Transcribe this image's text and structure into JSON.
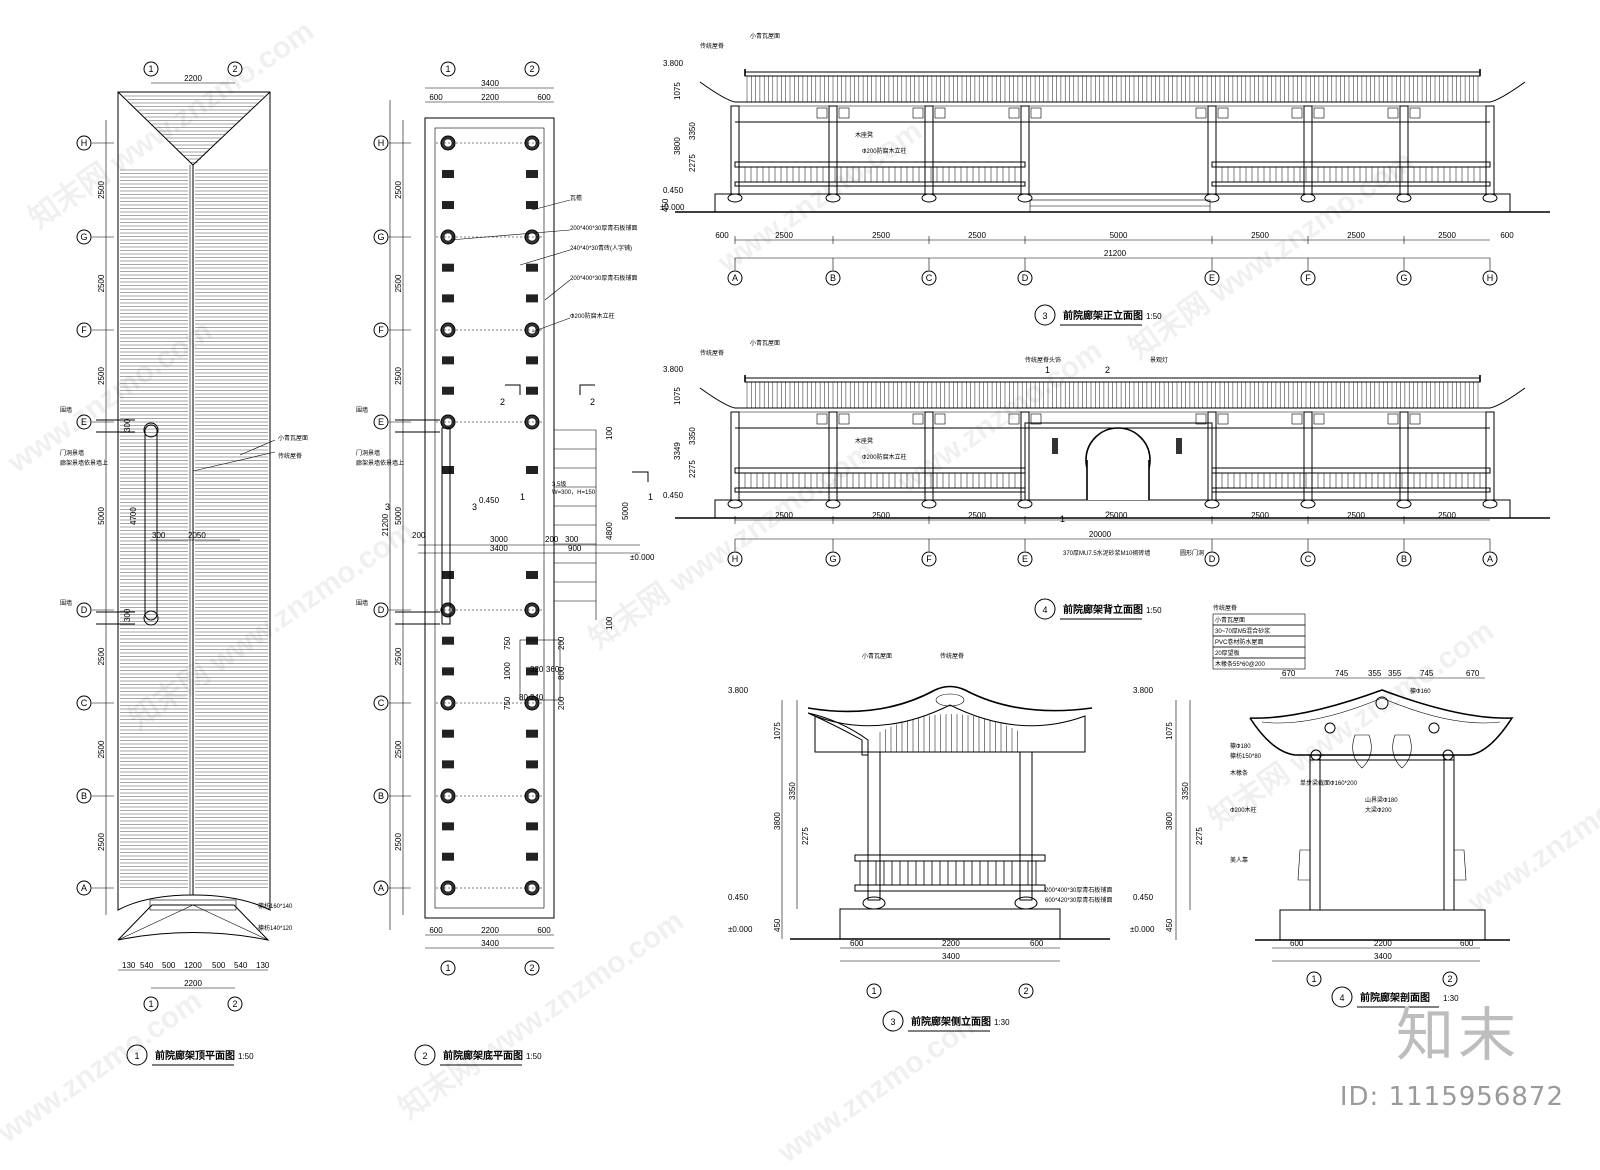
{
  "views": {
    "v1": {
      "no": "1",
      "title": "前院廊架顶平面图",
      "scale": "1:50"
    },
    "v2": {
      "no": "2",
      "title": "前院廊架底平面图",
      "scale": "1:50"
    },
    "v3": {
      "no": "3",
      "title": "前院廊架正立面图",
      "scale": "1:50"
    },
    "v4": {
      "no": "4",
      "title": "前院廊架背立面图",
      "scale": "1:50"
    },
    "v5": {
      "no": "3",
      "title": "前院廊架侧立面图",
      "scale": "1:30"
    },
    "v6": {
      "no": "4",
      "title": "前院廊架剖面图",
      "scale": "1:30"
    }
  },
  "axes": {
    "letters": [
      "H",
      "G",
      "F",
      "E",
      "D",
      "C",
      "B",
      "A"
    ],
    "front": [
      "A",
      "B",
      "C",
      "D",
      "E",
      "F",
      "G",
      "H"
    ],
    "back": [
      "H",
      "G",
      "F",
      "E",
      "D",
      "C",
      "B",
      "A"
    ],
    "nums": [
      "1",
      "2"
    ]
  },
  "dims": {
    "d2200": "2200",
    "d3400": "3400",
    "d600": "600",
    "d2500": "2500",
    "d5000": "5000",
    "d4700": "4700",
    "d300": "300",
    "d2050": "2050",
    "d21200": "21200",
    "d20000": "20000",
    "d3000": "3000",
    "d200": "200",
    "d900": "900",
    "d100": "100",
    "d750": "750",
    "d1000": "1000",
    "d320": "320",
    "d360": "360",
    "d80": "80",
    "d240": "240",
    "d800": "800",
    "d4800": "4800",
    "d1075": "1075",
    "d3350": "3350",
    "d2275": "2275",
    "d3800": "3800",
    "d450": "450",
    "d3349": "3349",
    "d670": "670",
    "d745": "745",
    "d355": "355",
    "d540": "540",
    "d500": "500",
    "d1200": "1200",
    "d130": "130",
    "d150": "150",
    "d300b": "300",
    "d1200b": "1200"
  },
  "levels": {
    "l3800": "3.800",
    "l0450": "0.450",
    "l0000": "±0.000"
  },
  "labels": {
    "small_tile": "小青瓦屋面",
    "ridge": "传统屋脊",
    "wall": "围墙",
    "gate": "门洞景墙",
    "gate_note": "廊架景墙依景墙上",
    "beam1": "檩枋160*140",
    "beam2": "檩枋140*120",
    "cap": "瓦檐",
    "paving1": "200*400*30厚青石板铺面",
    "paving2": "240*40*30青砖(人字铺)",
    "paving3": "200*400*30厚青石板铺面",
    "column": "Ф200防腐木立柱",
    "step": "3.5级",
    "step_size": "W=300，H=150",
    "wood_seat": "木座凳",
    "gate_lamp": "景观灯",
    "ridge_head": "传统屋脊头饰",
    "brick_note": "370厚MU7.5水泥砂浆M10砌砖墙",
    "moon_gate": "圆形门洞",
    "sec_layers": [
      "小青瓦屋面",
      "30~70厚M5混合砂浆",
      "PVC卷材防水屋面",
      "20厚望板",
      "木椽条55*60@200"
    ],
    "purlin": "檩Ф180",
    "purlin2": "檩枋150*80",
    "rafter": "木椽条",
    "beam_s": "单步梁截面Ф160*200",
    "beam_t": "山界梁Ф180",
    "beam_b": "大梁Ф200",
    "col_s": "Ф200木柱",
    "seat_s": "美人靠",
    "ph160": "檩Ф160",
    "paving4": "200*400*30厚青石板铺面",
    "paving5": "600*420*30厚青石板铺面",
    "sect1": "1",
    "sect2": "2",
    "sect3": "3"
  },
  "watermark": {
    "site": "www.znzmo.com",
    "brand_cn": "知末网",
    "logo": "知末",
    "id": "ID: 1115956872"
  }
}
